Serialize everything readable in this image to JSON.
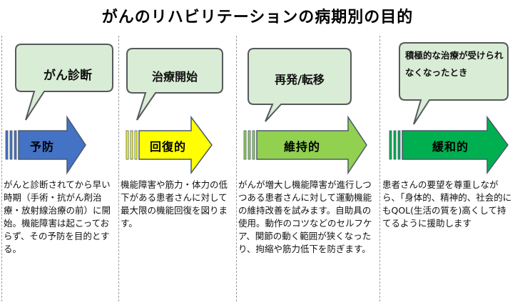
{
  "title": "がんのリハビリテーションの病期別の目的",
  "colors": {
    "bubble_fill": "#d9ecd5",
    "bubble_stroke": "#55595c",
    "arrow_1": "#4472c4",
    "arrow_2": "#ffff00",
    "arrow_3": "#92d050",
    "arrow_4": "#00b050",
    "arrow_stroke": "#4b5a6b",
    "separator": "#9a9a9a"
  },
  "stages": [
    {
      "bubble": "がん診断",
      "label": "予防",
      "description": "がんと診断されてから早い時期（手術・抗がん剤治療・放射線治療の前）に開始。機能障害は起こっておらず、その予防を目的とする。"
    },
    {
      "bubble": "治療開始",
      "label": "回復的",
      "description": "機能障害や筋力・体力の低下がある患者さんに対して最大限の機能回復を図ります。"
    },
    {
      "bubble": "再発/転移",
      "label": "維持的",
      "description": "がんが増大し機能障害が進行しつつある患者さんに対して運動機能の維持改善を試みます。自助具の使用。動作のコツなどのセルフケア、関節の動く範囲が狭くなったり、拘縮や筋力低下を防ぎます。"
    },
    {
      "bubble": "積極的な治療が受けられなくなったとき",
      "label": "緩和的",
      "description": "患者さんの要望を尊重しながら、「身体的、精神的、社会的にもQOL(生活の質を)高くして持てるように援助します"
    }
  ]
}
